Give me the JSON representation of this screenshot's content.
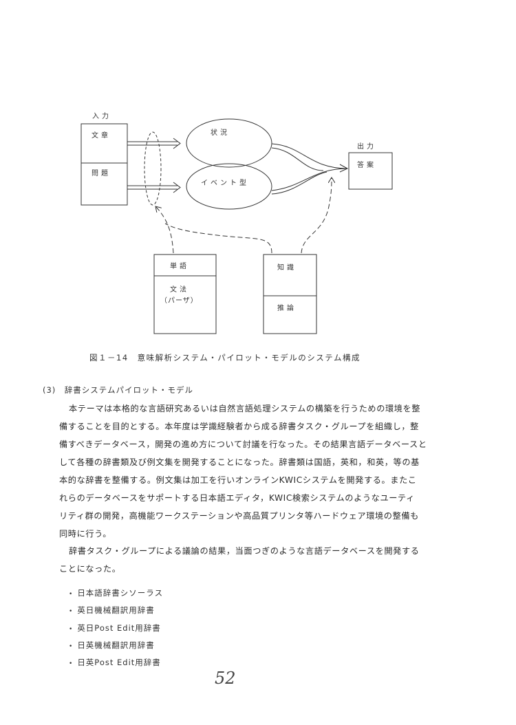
{
  "figure": {
    "input_label": "入力",
    "input_boxes": [
      "文章",
      "問題"
    ],
    "ellipses": [
      "状況",
      "イベント型"
    ],
    "output_label": "出力",
    "output_box": "答案",
    "lexicon_box": [
      "単語",
      "文法",
      "（パーザ）"
    ],
    "knowledge_box": [
      "知識",
      "推論"
    ],
    "caption": "図１－14　意味解析システム・パイロット・モデルのシステム構成"
  },
  "section": {
    "heading": "(3)　辞書システムパイロット・モデル",
    "paragraph1": [
      "本テーマは本格的な言語研究あるいは自然言語処理システムの構築を行うための環境を整",
      "備することを目的とする。本年度は学識経験者から成る辞書タスク・グループを組織し，整",
      "備すべきデータベース，開発の進め方について討議を行なった。その結果言語データベースと",
      "して各種の辞書類及び例文集を開発することになった。辞書類は国語，英和，和英，等の基",
      "本的な辞書を整備する。例文集は加工を行いオンラインKWICシステムを開発する。またこ",
      "れらのデータベースをサポートする日本語エディタ，KWIC検索システムのようなユーティ",
      "リティ群の開発，高機能ワークステーションや高品質プリンタ等ハードウェア環境の整備も",
      "同時に行う。"
    ],
    "paragraph2": [
      "辞書タスク・グループによる議論の結果，当面つぎのような言語データベースを開発する",
      "ことになった。"
    ],
    "list": [
      "日本語辞書シソーラス",
      "英日機械翻訳用辞書",
      "英日Post Edit用辞書",
      "日英機械翻訳用辞書",
      "日英Post Edit用辞書"
    ]
  },
  "page_number": "52"
}
